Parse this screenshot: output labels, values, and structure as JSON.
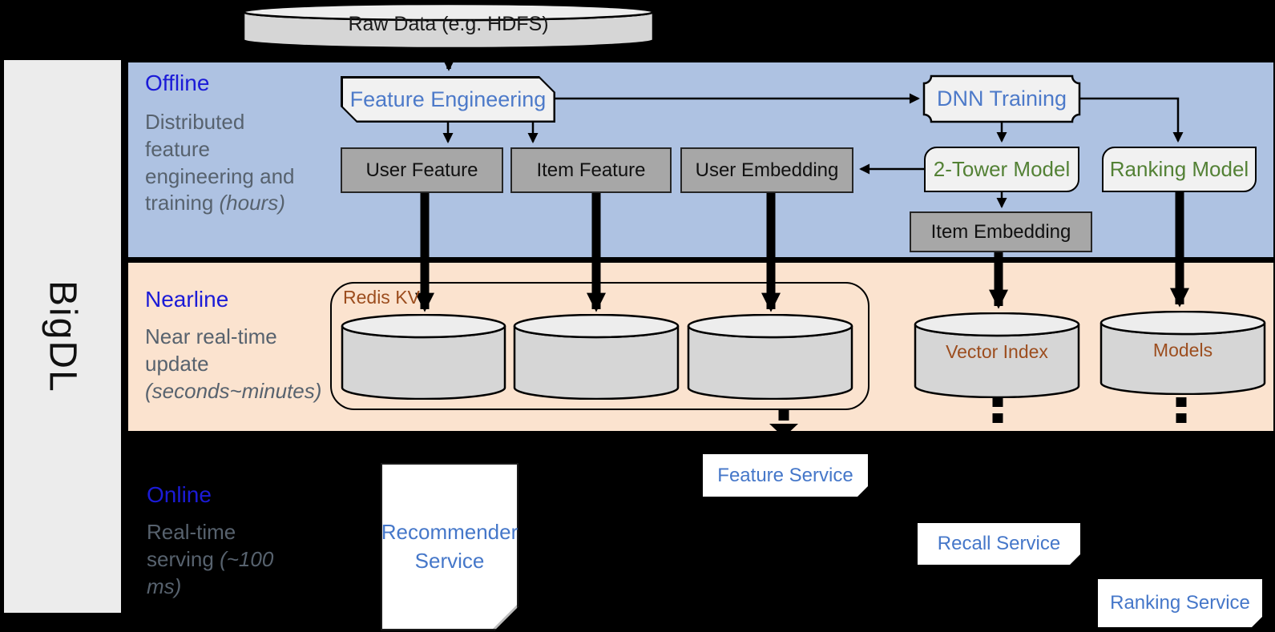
{
  "brand": "BigDL",
  "raw_data_label": "Raw Data (e.g. HDFS)",
  "colors": {
    "offline_band": "#aec2e2",
    "nearline_band": "#fbe3cf",
    "heading_blue": "#1b1bd7",
    "node_text_blue": "#4d7ac9",
    "node_text_green": "#538135",
    "node_text_brown": "#9c4d1e",
    "service_text_blue": "#4577c9",
    "gray_box_fill": "#a7a7a7",
    "light_box_fill": "#f1f1f1"
  },
  "offline": {
    "heading": "Offline",
    "description": "Distributed feature engineering and training",
    "duration": "(hours)",
    "feature_engineering": "Feature Engineering",
    "dnn_training": "DNN Training",
    "user_feature": "User Feature",
    "item_feature": "Item Feature",
    "user_embedding": "User Embedding",
    "two_tower_model": "2-Tower Model",
    "ranking_model": "Ranking Model",
    "item_embedding": "Item Embedding"
  },
  "nearline": {
    "heading": "Nearline",
    "description": "Near real-time update",
    "duration": "(seconds~minutes)",
    "redis_kv": "Redis KV",
    "vector_index": "Vector Index",
    "models": "Models"
  },
  "online": {
    "heading": "Online",
    "description": "Real-time serving",
    "duration": "(~100 ms)",
    "recommender_service": "Recommender Service",
    "feature_service": "Feature Service",
    "recall_service": "Recall Service",
    "ranking_service": "Ranking Service"
  }
}
